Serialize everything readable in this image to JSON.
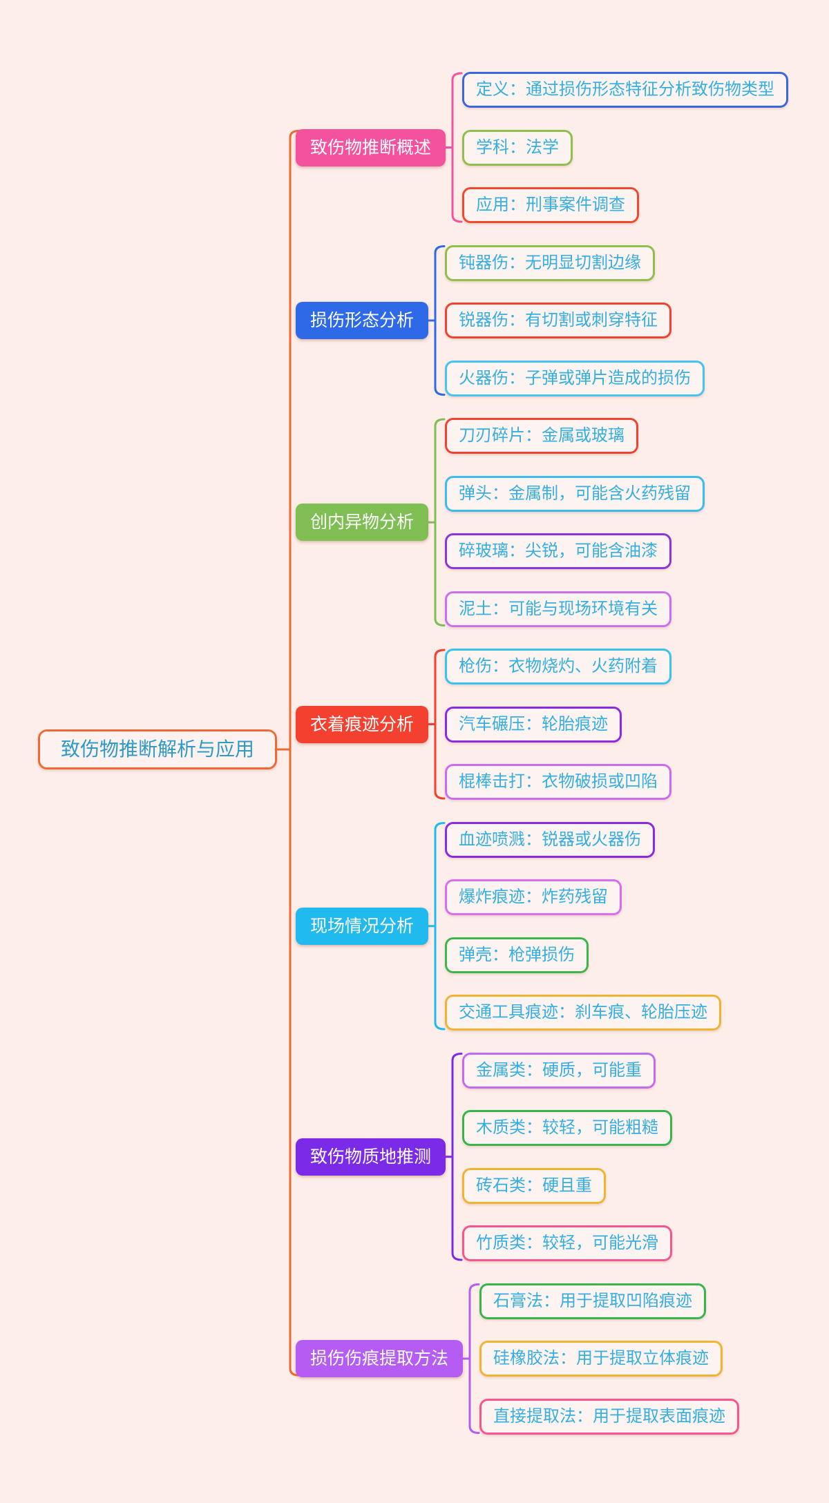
{
  "background_color": "#FDEEEA",
  "trunk_color": "#ED6A35",
  "leaf_text_color": "#35AEE0",
  "root": {
    "label": "致伤物推断解析与应用",
    "border_color": "#ED6A35",
    "text_color": "#2E9BC6"
  },
  "branches": [
    {
      "label": "致伤物推断概述",
      "color": "#F4519E",
      "children": [
        {
          "text": "定义：通过损伤形态特征分析致伤物类型",
          "border": "#3A66E0"
        },
        {
          "text": "学科：法学",
          "border": "#8FBF4D"
        },
        {
          "text": "应用：刑事案件调查",
          "border": "#EF4A2D"
        }
      ]
    },
    {
      "label": "损伤形态分析",
      "color": "#2E6AE8",
      "children": [
        {
          "text": "钝器伤：无明显切割边缘",
          "border": "#8FBF4D"
        },
        {
          "text": "锐器伤：有切割或刺穿特征",
          "border": "#F0432F"
        },
        {
          "text": "火器伤：子弹或弹片造成的损伤",
          "border": "#45C2F0"
        }
      ]
    },
    {
      "label": "创内异物分析",
      "color": "#7EBE52",
      "children": [
        {
          "text": "刀刃碎片：金属或玻璃",
          "border": "#F0432F"
        },
        {
          "text": "弹头：金属制，可能含火药残留",
          "border": "#3BBCF0"
        },
        {
          "text": "碎玻璃：尖锐，可能含油漆",
          "border": "#8A36D9"
        },
        {
          "text": "泥土：可能与现场环境有关",
          "border": "#CA6FF2"
        }
      ]
    },
    {
      "label": "衣着痕迹分析",
      "color": "#F4402E",
      "children": [
        {
          "text": "枪伤：衣物烧灼、火药附着",
          "border": "#38C2F0"
        },
        {
          "text": "汽车碾压：轮胎痕迹",
          "border": "#8A2BE2"
        },
        {
          "text": "棍棒击打：衣物破损或凹陷",
          "border": "#C86CF2"
        }
      ]
    },
    {
      "label": "现场情况分析",
      "color": "#21BAEE",
      "children": [
        {
          "text": "血迹喷溅：锐器或火器伤",
          "border": "#8A2BE2"
        },
        {
          "text": "爆炸痕迹：炸药残留",
          "border": "#D76EF2"
        },
        {
          "text": "弹壳：枪弹损伤",
          "border": "#3CB54A"
        },
        {
          "text": "交通工具痕迹：刹车痕、轮胎压迹",
          "border": "#F0B432"
        }
      ]
    },
    {
      "label": "致伤物质地推测",
      "color": "#7B2BE8",
      "children": [
        {
          "text": "金属类：硬质，可能重",
          "border": "#C06CF0"
        },
        {
          "text": "木质类：较轻，可能粗糙",
          "border": "#35B54A"
        },
        {
          "text": "砖石类：硬且重",
          "border": "#F0B432"
        },
        {
          "text": "竹质类：较轻，可能光滑",
          "border": "#F7558F"
        }
      ]
    },
    {
      "label": "损伤伤痕提取方法",
      "color": "#B55CF2",
      "children": [
        {
          "text": "石膏法：用于提取凹陷痕迹",
          "border": "#35B54A"
        },
        {
          "text": "硅橡胶法：用于提取立体痕迹",
          "border": "#F0B432"
        },
        {
          "text": "直接提取法：用于提取表面痕迹",
          "border": "#F7558F"
        }
      ]
    }
  ]
}
